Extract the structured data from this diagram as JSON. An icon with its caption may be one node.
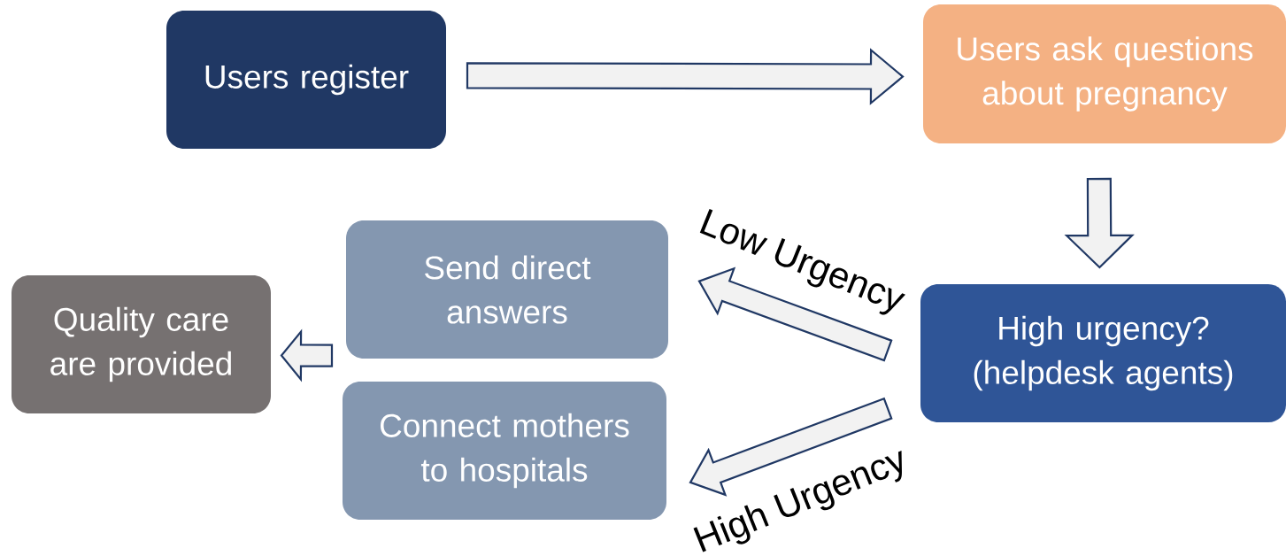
{
  "diagram": {
    "nodes": [
      {
        "text": [
          "Users register"
        ]
      },
      {
        "text": [
          "Users ask questions about pregnancy"
        ]
      },
      {
        "text": [
          "Quality care are provided"
        ]
      },
      {
        "text": [
          "Send direct answers"
        ]
      },
      {
        "text": [
          "Connect mothers to hospitals"
        ]
      },
      {
        "text": [
          "High urgency? (helpdesk agents)"
        ]
      }
    ],
    "edges": [
      {
        "from": 0,
        "to": 1,
        "arrow": "to"
      },
      {
        "from": 1,
        "to": 5,
        "arrow": "to"
      },
      {
        "from": 5,
        "to": 3,
        "arrow": "to",
        "label": "Low Urgency"
      },
      {
        "from": 5,
        "to": 4,
        "arrow": "to",
        "label": "High Urgency"
      },
      {
        "from": 3,
        "to": 2,
        "arrow": "to"
      },
      {
        "from": 4,
        "to": 2,
        "arrow": "to"
      }
    ]
  }
}
